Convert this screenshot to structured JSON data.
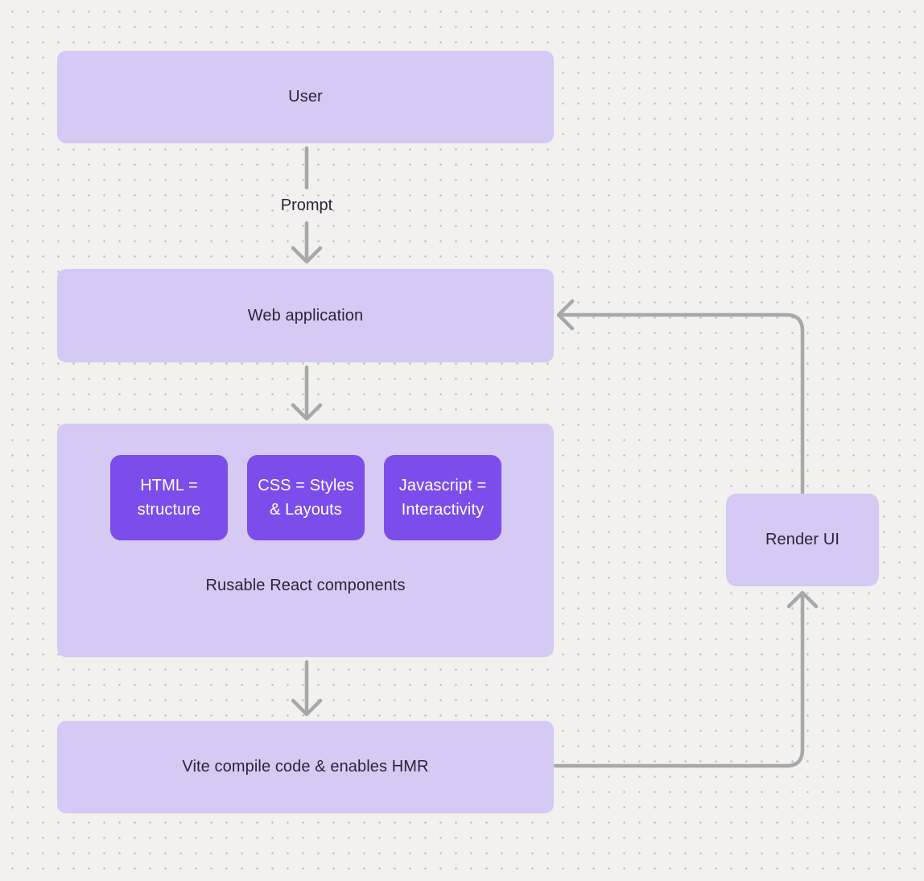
{
  "theme": {
    "background": "#f2f1ef",
    "dot_color": "#c2bfbd",
    "node_fill_light": "#d6c9f4",
    "node_fill_dark": "#7c4dea",
    "text_dark": "#2b2633",
    "text_light": "#ffffff",
    "connector_color": "#a8a8a8"
  },
  "nodes": {
    "user": {
      "label": "User"
    },
    "web_application": {
      "label": "Web application"
    },
    "components": {
      "label": "Rusable React components",
      "children": [
        {
          "line1": "HTML =",
          "line2": "structure"
        },
        {
          "line1": "CSS = Styles",
          "line2": "& Layouts"
        },
        {
          "line1": "Javascript =",
          "line2": "Interactivity"
        }
      ]
    },
    "vite": {
      "label": "Vite compile code & enables HMR"
    },
    "render_ui": {
      "label": "Render UI"
    }
  },
  "edges": {
    "user_to_web_label": "Prompt"
  }
}
